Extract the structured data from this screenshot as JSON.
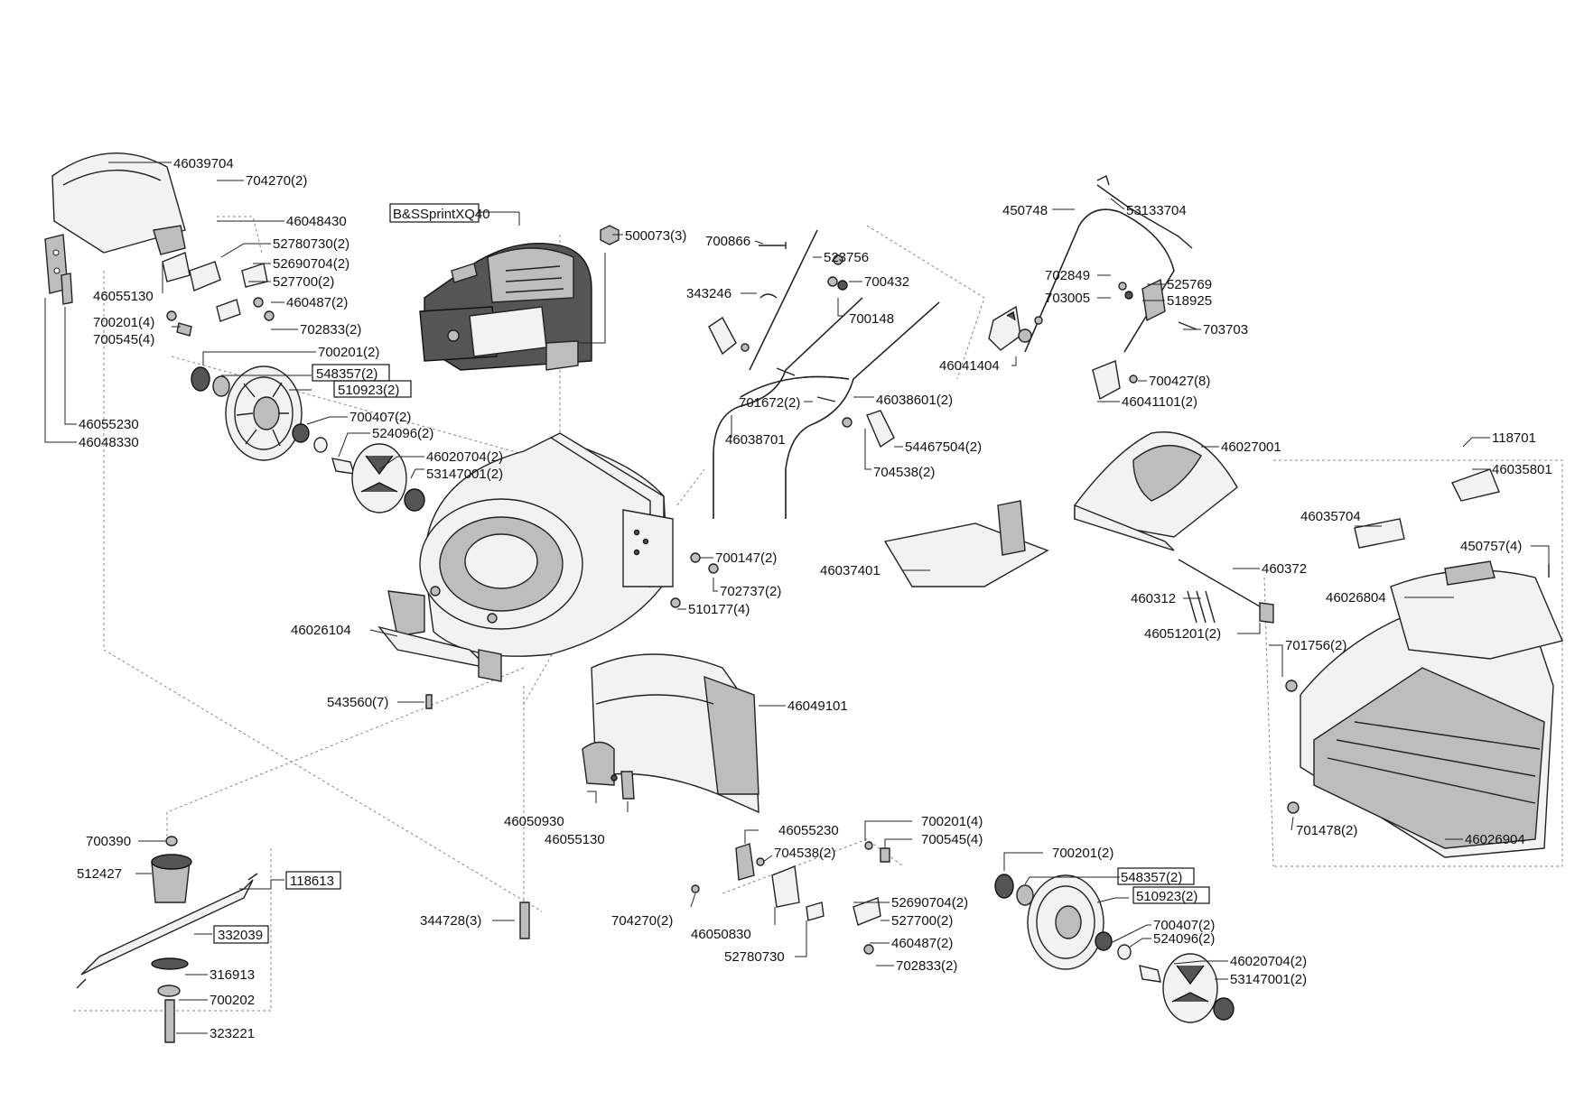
{
  "labels": {
    "p46039704": "46039704",
    "p704270_2a": "704270(2)",
    "p46048430": "46048430",
    "p52780730_2": "52780730(2)",
    "p52690704_2a": "52690704(2)",
    "p527700_2a": "527700(2)",
    "p460487_2a": "460487(2)",
    "p702833_2a": "702833(2)",
    "p46055130a": "46055130",
    "p700201_4a": "700201(4)",
    "p700545_4a": "700545(4)",
    "p700201_2a": "700201(2)",
    "p548357_2a": "548357(2)",
    "p510923_2a": "510923(2)",
    "p46055230a": "46055230",
    "p46048330": "46048330",
    "p700407_2a": "700407(2)",
    "p524096_2a": "524096(2)",
    "p46020704_2a": "46020704(2)",
    "p53147001_2a": "53147001(2)",
    "engine": "B&SSprintXQ40",
    "p500073_3": "500073(3)",
    "p700866": "700866",
    "p523756": "523756",
    "p700432": "700432",
    "p343246": "343246",
    "p700148": "700148",
    "p701672_2": "701672(2)",
    "p46038601_2": "46038601(2)",
    "p46038701": "46038701",
    "p54467504_2": "54467504(2)",
    "p704538_2a": "704538(2)",
    "p450748": "450748",
    "p53133704": "53133704",
    "p702849": "702849",
    "p525769": "525769",
    "p703005": "703005",
    "p518925": "518925",
    "p703703": "703703",
    "p46041404": "46041404",
    "p700427_8": "700427(8)",
    "p46041101_2": "46041101(2)",
    "p46027001": "46027001",
    "p118701": "118701",
    "p46035801": "46035801",
    "p46035704": "46035704",
    "p450757_4": "450757(4)",
    "p46037401": "46037401",
    "p460372": "460372",
    "p460312": "460312",
    "p46051201_2": "46051201(2)",
    "p46026804": "46026804",
    "p701756_2": "701756(2)",
    "p700147_2": "700147(2)",
    "p702737_2": "702737(2)",
    "p510177_4": "510177(4)",
    "p46026104": "46026104",
    "p543560_7": "543560(7)",
    "p46049101": "46049101",
    "p46050930": "46050930",
    "p46055130b": "46055130",
    "p701478_2": "701478(2)",
    "p46026904": "46026904",
    "p700390": "700390",
    "p512427": "512427",
    "p118613": "118613",
    "p332039": "332039",
    "p316913": "316913",
    "p700202": "700202",
    "p323221": "323221",
    "p344728_3": "344728(3)",
    "p46055230b": "46055230",
    "p704538_2b": "704538(2)",
    "p700201_4b": "700201(4)",
    "p700545_4b": "700545(4)",
    "p704270_2b": "704270(2)",
    "p46050830": "46050830",
    "p52780730": "52780730",
    "p52690704_2b": "52690704(2)",
    "p527700_2b": "527700(2)",
    "p460487_2b": "460487(2)",
    "p702833_2b": "702833(2)",
    "p700201_2b": "700201(2)",
    "p548357_2b": "548357(2)",
    "p510923_2b": "510923(2)",
    "p700407_2b": "700407(2)",
    "p524096_2b": "524096(2)",
    "p46020704_2b": "46020704(2)",
    "p53147001_2b": "53147001(2)"
  },
  "icons": {
    "engine": "engine-icon",
    "wheel": "wheel-icon",
    "blade": "blade-icon",
    "grass_bag": "grass-catcher-icon",
    "deck": "mower-deck-icon",
    "handle": "handle-icon"
  },
  "colors": {
    "line": "#222222",
    "dash": "#888888",
    "part_fill": "#f2f2f2",
    "part_dark": "#555555"
  }
}
